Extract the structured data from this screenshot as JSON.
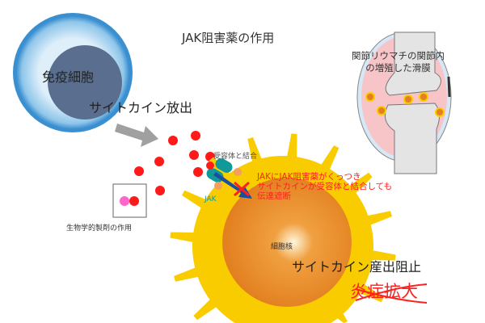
{
  "title": "JAK阻害薬の作用",
  "immune_cell_label": "免疫細胞",
  "cytokine_release_label": "サイトカイン放出",
  "receptor_binding_label": "受容体と結合",
  "jak_label": "JAK",
  "inhibition_note": [
    "JAKにJAK阻害薬がくっつき",
    "サイトカインが受容体と結合しても",
    "伝達遮断"
  ],
  "biologic_label": "生物学的製剤の作用",
  "nucleus_label": "細胞核",
  "cytokine_block_label": "サイトカイン産出阻止",
  "inflammation_label": "炎症拡大",
  "joint_label": [
    "関節リウマチの関節内",
    "の増殖した滑膜"
  ],
  "colors": {
    "cytokine": "#ff1a1a",
    "jak": "#119999",
    "drug_arrow": "#1a4fa0",
    "cell_yellow": "#f9cc00",
    "nucleus_orange": "#e67e22"
  }
}
